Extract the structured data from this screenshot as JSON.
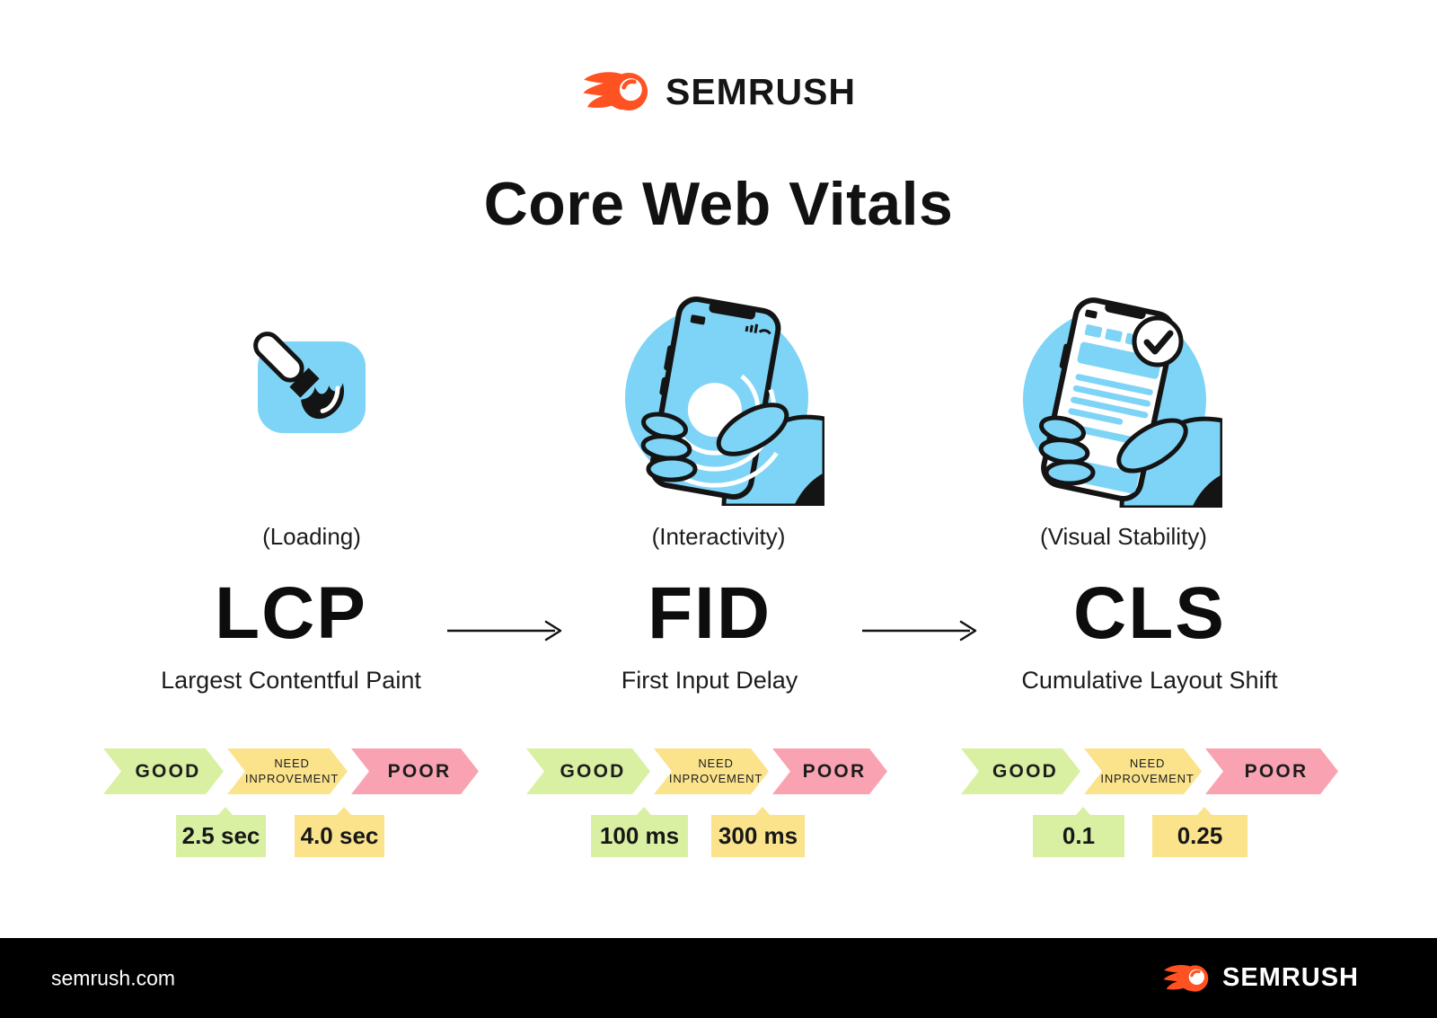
{
  "header": {
    "logo_text": "SEMRUSH"
  },
  "title": "Core Web Vitals",
  "metrics": [
    {
      "category_label": "(Loading)",
      "acronym": "LCP",
      "full_name": "Largest Contentful Paint",
      "icon": "paintbrush-icon",
      "scale": {
        "good": "GOOD",
        "need_line1": "NEED",
        "need_line2": "INPROVEMENT",
        "poor": "POOR"
      },
      "thresholds": {
        "good": "2.5 sec",
        "poor": "4.0 sec"
      }
    },
    {
      "category_label": "(Interactivity)",
      "acronym": "FID",
      "full_name": "First Input Delay",
      "icon": "phone-tap-icon",
      "scale": {
        "good": "GOOD",
        "need_line1": "NEED",
        "need_line2": "INPROVEMENT",
        "poor": "POOR"
      },
      "thresholds": {
        "good": "100 ms",
        "poor": "300 ms"
      }
    },
    {
      "category_label": "(Visual Stability)",
      "acronym": "CLS",
      "full_name": "Cumulative Layout Shift",
      "icon": "phone-check-icon",
      "scale": {
        "good": "GOOD",
        "need_line1": "NEED",
        "need_line2": "INPROVEMENT",
        "poor": "POOR"
      },
      "thresholds": {
        "good": "0.1",
        "poor": "0.25"
      }
    }
  ],
  "footer": {
    "site": "semrush.com",
    "logo_text": "SEMRUSH"
  },
  "colors": {
    "brand_orange": "#ff5222",
    "icon_blue": "#7ed4f6",
    "good_green": "#d9f0a3",
    "warn_yellow": "#fbe38c",
    "poor_pink": "#f9a3b2",
    "footer_black": "#000000",
    "text_dark": "#151515"
  }
}
